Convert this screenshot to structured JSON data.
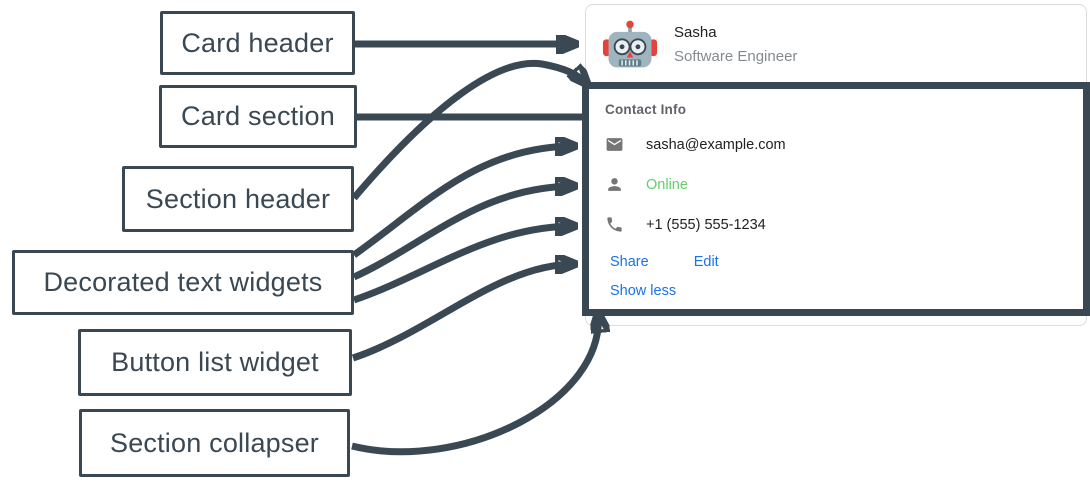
{
  "annotations": {
    "labels": [
      {
        "id": "card-header",
        "text": "Card header"
      },
      {
        "id": "card-section",
        "text": "Card section"
      },
      {
        "id": "section-header",
        "text": "Section header"
      },
      {
        "id": "decorated-widgets",
        "text": "Decorated text widgets"
      },
      {
        "id": "button-list",
        "text": "Button list widget"
      },
      {
        "id": "section-collapser",
        "text": "Section collapser"
      }
    ],
    "color": "#394853"
  },
  "card": {
    "header": {
      "avatar": "robot-avatar",
      "name": "Sasha",
      "title": "Software Engineer"
    },
    "section": {
      "title": "Contact Info",
      "rows": [
        {
          "icon": "email-icon",
          "text": "sasha@example.com",
          "color": "#202124"
        },
        {
          "icon": "person-icon",
          "text": "Online",
          "color": "#63CE6B"
        },
        {
          "icon": "phone-icon",
          "text": "+1 (555) 555-1234",
          "color": "#202124"
        }
      ],
      "buttons": [
        {
          "label": "Share"
        },
        {
          "label": "Edit"
        }
      ],
      "collapser_label": "Show less"
    }
  },
  "colors": {
    "annotation": "#394853",
    "link_blue": "#1A73E8",
    "online_green": "#63CE6B",
    "card_border": "#DADCE0",
    "text_primary": "#202124",
    "text_secondary": "#848B90",
    "section_title_gray": "#5F6368",
    "icon_gray": "#757575"
  }
}
